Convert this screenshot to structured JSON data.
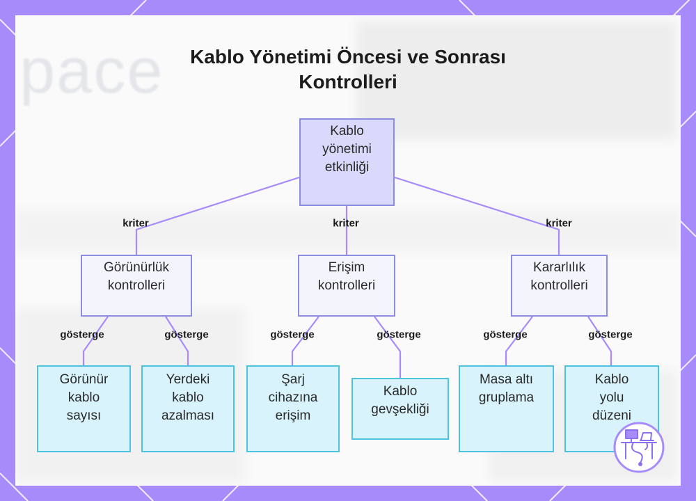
{
  "title": {
    "line1": "Kablo Yönetimi Öncesi ve Sonrası",
    "line2": "Kontrolleri"
  },
  "background": {
    "watermark_text": "pace"
  },
  "colors": {
    "frame": "#a78bfa",
    "root_fill": "#d9d9fb",
    "node_border": "#8c8ce0",
    "mid_fill": "#f4f4fd",
    "leaf_fill": "#d8f3fb",
    "leaf_border": "#4cc3df",
    "edge": "#a78bfa"
  },
  "tree": {
    "root": {
      "lines": [
        "Kablo",
        "yönetimi",
        "etkinliği"
      ]
    },
    "branches": [
      {
        "edge_label": "kriter",
        "lines": [
          "Görünürlük",
          "kontrolleri"
        ],
        "children": [
          {
            "edge_label": "gösterge",
            "lines": [
              "Görünür",
              "kablo",
              "sayısı"
            ]
          },
          {
            "edge_label": "gösterge",
            "lines": [
              "Yerdeki",
              "kablo",
              "azalması"
            ]
          }
        ]
      },
      {
        "edge_label": "kriter",
        "lines": [
          "Erişim",
          "kontrolleri"
        ],
        "children": [
          {
            "edge_label": "gösterge",
            "lines": [
              "Şarj",
              "cihazına",
              "erişim"
            ]
          },
          {
            "edge_label": "gösterge",
            "lines": [
              "Kablo",
              "gevşekliği"
            ]
          }
        ]
      },
      {
        "edge_label": "kriter",
        "lines": [
          "Kararlılık",
          "kontrolleri"
        ],
        "children": [
          {
            "edge_label": "gösterge",
            "lines": [
              "Masa altı",
              "gruplama"
            ]
          },
          {
            "edge_label": "gösterge",
            "lines": [
              "Kablo",
              "yolu",
              "düzeni"
            ]
          }
        ]
      }
    ]
  },
  "logo": {
    "icon": "cable-desk-icon"
  }
}
